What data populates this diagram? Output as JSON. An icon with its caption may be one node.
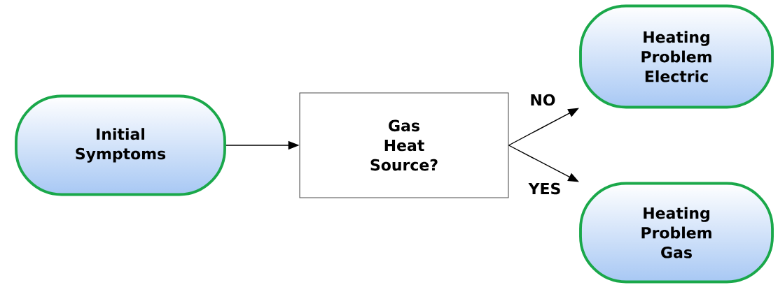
{
  "diagram": {
    "nodes": [
      {
        "text": [
          "Initial Symptoms"
        ]
      },
      {
        "text": [
          "Gas Heat Source?"
        ]
      },
      {
        "text": [
          "Heating Problem Electric"
        ]
      },
      {
        "text": [
          "Heating Problem Gas"
        ]
      }
    ],
    "edges": [
      {
        "from": 0,
        "to": 1,
        "arrow": "to"
      },
      {
        "from": 1,
        "to": 2,
        "arrow": "to",
        "label": "NO"
      },
      {
        "from": 1,
        "to": 3,
        "arrow": "to",
        "label": "YES"
      }
    ]
  }
}
